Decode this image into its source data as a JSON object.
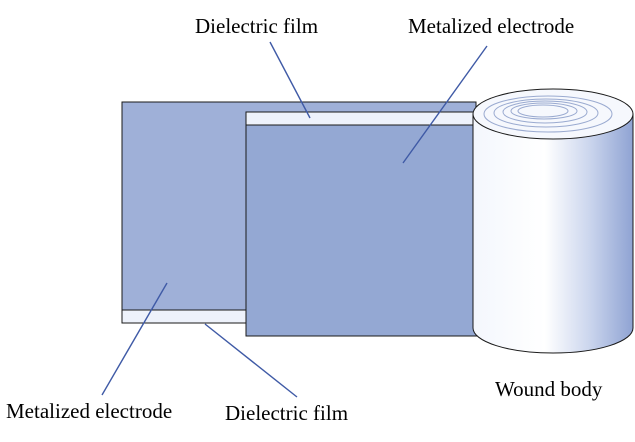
{
  "labels": {
    "top_dielectric": "Dielectric film",
    "top_electrode": "Metalized electrode",
    "bottom_electrode": "Metalized electrode",
    "bottom_dielectric": "Dielectric film",
    "wound_body": "Wound body"
  },
  "colors": {
    "back_sheet": "#9fb0d8",
    "front_sheet": "#94a8d3",
    "dielectric": "#eef2fb",
    "outline": "#1a1a1a",
    "leader_line": "#3f5aa6",
    "cylinder_light": "#ffffff",
    "cylinder_dark": "#8fa3d3"
  }
}
